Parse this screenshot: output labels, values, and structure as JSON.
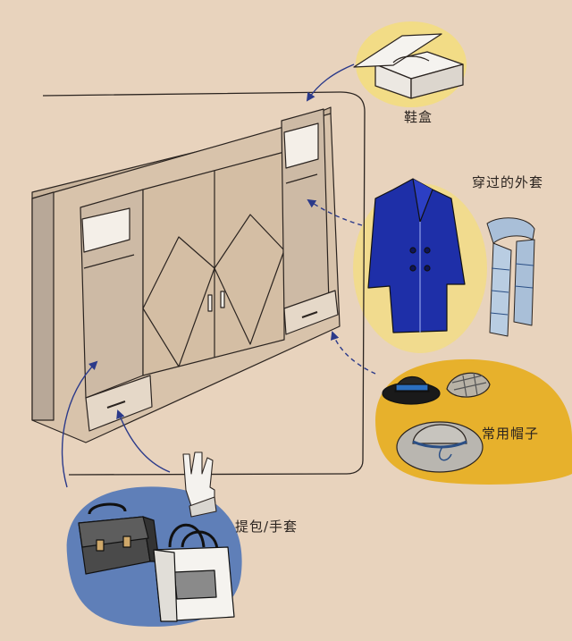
{
  "labels": {
    "shoebox": "鞋盒",
    "coat": "穿过的外套",
    "hats": "常用帽子",
    "bags": "提包/手套"
  },
  "colors": {
    "background": "#e8d3bd",
    "wood": "#d8c3ab",
    "wood_shade": "#b8a898",
    "accent_yellow": "#f2dc86",
    "accent_yellow_strong": "#e7b12c",
    "accent_blue": "#5f7fb8",
    "coat_blue": "#1e2fa8"
  },
  "icons": [
    "shoebox-icon",
    "coat-icon",
    "scarf-icon",
    "fedora-hat-icon",
    "flat-cap-icon",
    "sun-hat-icon",
    "gloves-icon",
    "briefcase-icon",
    "handbag-icon"
  ]
}
